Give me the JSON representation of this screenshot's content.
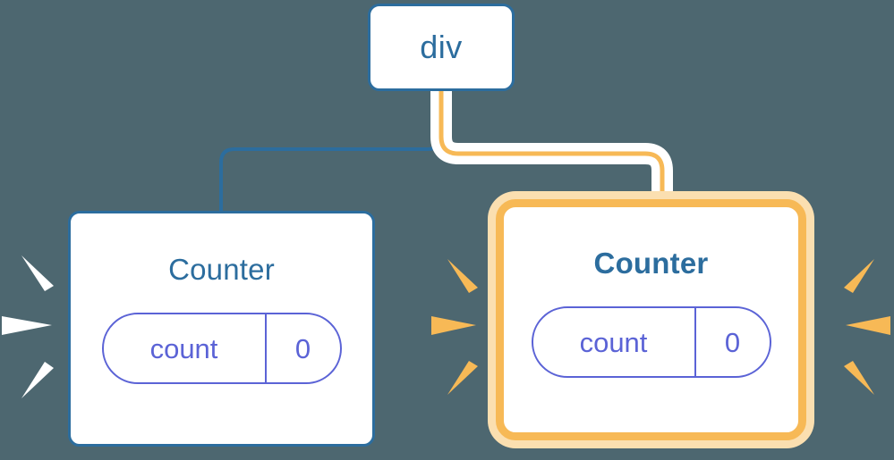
{
  "diagram": {
    "title": "component-tree-rerender",
    "background_color": "#4d6770"
  },
  "colors": {
    "blue": "#2c6d9e",
    "purple": "#5b63d6",
    "orange": "#f7b956",
    "orange_halo": "#fbdfb0",
    "white": "#ffffff",
    "background": "#4d6770"
  },
  "nodes": {
    "root": {
      "label": "div",
      "state": "normal",
      "border_color": "#2c6d9e",
      "text_color": "#2c6d9e"
    },
    "counter_left": {
      "label": "Counter",
      "state": "normal",
      "border_color": "#2c6d9e",
      "text_color": "#2c6d9e",
      "highlight_color": "#ffffff",
      "state_pill": {
        "key": "count",
        "value": "0",
        "border_color": "#5b63d6",
        "text_color": "#5b63d6"
      }
    },
    "counter_right": {
      "label": "Counter",
      "state": "highlighted",
      "border_color": "#f7b956",
      "text_color": "#2c6d9e",
      "highlight_color": "#f7b956",
      "state_pill": {
        "key": "count",
        "value": "0",
        "border_color": "#5b63d6",
        "text_color": "#5b63d6"
      }
    }
  },
  "edges": [
    {
      "name": "div-to-counter-left",
      "from": "div",
      "to": "Counter",
      "color": "#2c6d9e",
      "style": "elbow"
    },
    {
      "name": "div-to-counter-right",
      "from": "div",
      "to": "Counter",
      "color": "#f7b956",
      "style": "elbow-highlighted"
    }
  ],
  "sparkles": [
    {
      "name": "sparkle-left-of-counter-left",
      "color": "#ffffff",
      "ray_count": 3
    },
    {
      "name": "sparkle-left-of-counter-right",
      "color": "#f7b956",
      "ray_count": 3
    },
    {
      "name": "sparkle-right-of-counter-right",
      "color": "#f7b956",
      "ray_count": 3
    }
  ]
}
